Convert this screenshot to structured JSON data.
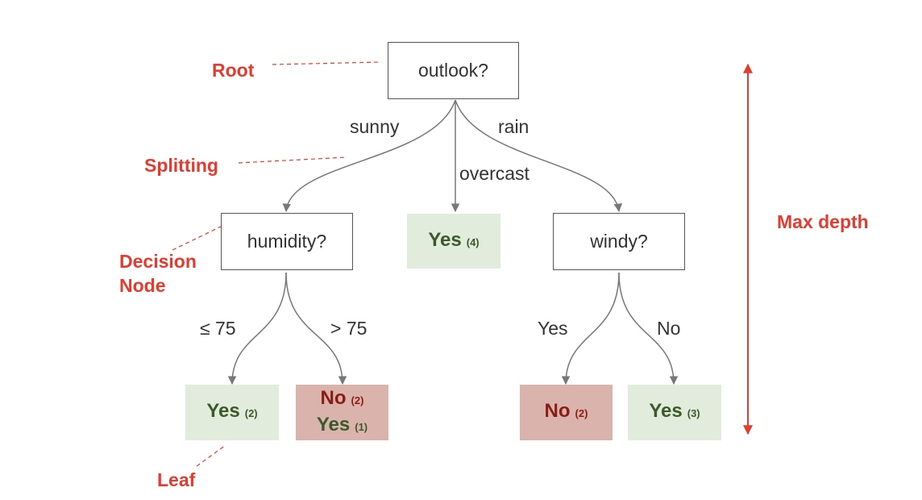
{
  "tree": {
    "root": {
      "label": "outlook?"
    },
    "edges": {
      "sunny": "sunny",
      "overcast": "overcast",
      "rain": "rain",
      "le75": "≤ 75",
      "gt75": "> 75",
      "yes": "Yes",
      "no": "No"
    },
    "humidity": {
      "label": "humidity?"
    },
    "windy": {
      "label": "windy?"
    },
    "leaf_overcast": {
      "label": "Yes",
      "count": "(4)"
    },
    "leaf_le75": {
      "label": "Yes",
      "count": "(2)"
    },
    "leaf_gt75": {
      "no_label": "No",
      "no_count": "(2)",
      "yes_label": "Yes",
      "yes_count": "(1)"
    },
    "leaf_windy_yes": {
      "label": "No",
      "count": "(2)"
    },
    "leaf_windy_no": {
      "label": "Yes",
      "count": "(3)"
    }
  },
  "annotations": {
    "root": "Root",
    "splitting": "Splitting",
    "decision_node_line1": "Decision",
    "decision_node_line2": "Node",
    "leaf": "Leaf",
    "max_depth": "Max depth"
  },
  "colors": {
    "annotation": "#e53a2e",
    "edge": "#777777",
    "leaf_yes_bg": "#e2ecdc",
    "leaf_no_bg": "#d9b3ac"
  }
}
